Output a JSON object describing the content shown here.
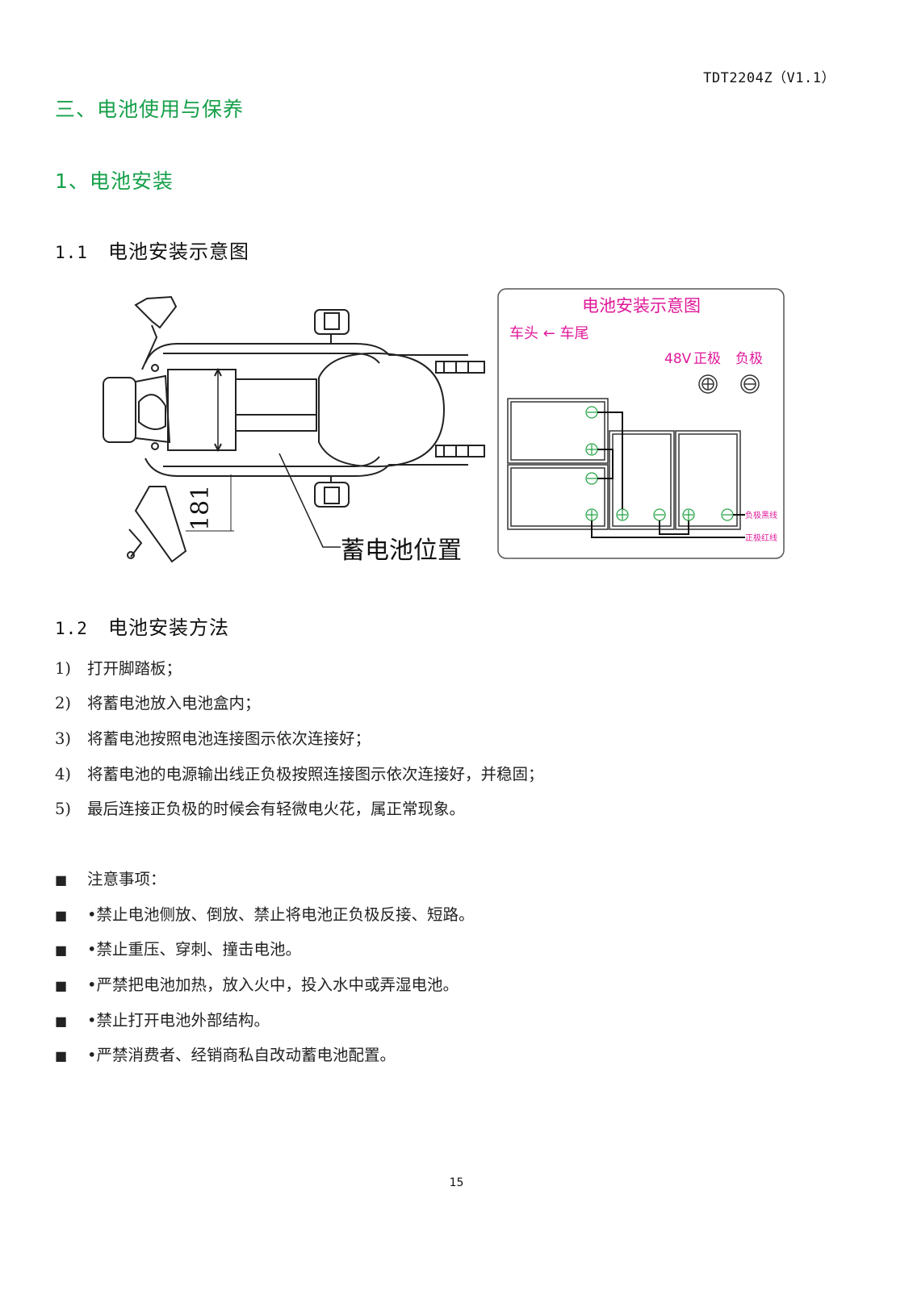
{
  "header": {
    "doc_code": "TDT2204Z（V1.1）"
  },
  "section": {
    "title": "三、电池使用与保养"
  },
  "subsection": {
    "title": "1、电池安装"
  },
  "s11": {
    "num": "1.1",
    "title": "电池安装示意图"
  },
  "figure_left": {
    "dimension": "181",
    "caption": "蓄电池位置"
  },
  "figure_right": {
    "title": "电池安装示意图",
    "direction": "车头 ← 车尾",
    "voltage": "48V",
    "positive": "正极",
    "negative": "负极",
    "neg_wire": "负极黑线",
    "pos_wire": "正极红线",
    "accent": "#e0189a"
  },
  "s12": {
    "num": "1.2",
    "title": "电池安装方法"
  },
  "steps": [
    {
      "idx": "1)",
      "text": "打开脚踏板；"
    },
    {
      "idx": "2)",
      "text": "将蓄电池放入电池盒内；"
    },
    {
      "idx": "3)",
      "text": "将蓄电池按照电池连接图示依次连接好；"
    },
    {
      "idx": "4)",
      "text": "将蓄电池的电源输出线正负极按照连接图示依次连接好，并稳固；"
    },
    {
      "idx": "5)",
      "text": "最后连接正负极的时候会有轻微电火花，属正常现象。"
    }
  ],
  "notes": [
    {
      "bullet": "■",
      "text": "注意事项："
    },
    {
      "bullet": "■",
      "text": "•禁止电池侧放、倒放、禁止将电池正负极反接、短路。"
    },
    {
      "bullet": "■",
      "text": "•禁止重压、穿刺、撞击电池。"
    },
    {
      "bullet": "■",
      "text": "•严禁把电池加热，放入火中，投入水中或弄湿电池。"
    },
    {
      "bullet": "■",
      "text": "•禁止打开电池外部结构。"
    },
    {
      "bullet": "■",
      "text": "•严禁消费者、经销商私自改动蓄电池配置。"
    }
  ],
  "footer": {
    "page": "15"
  }
}
